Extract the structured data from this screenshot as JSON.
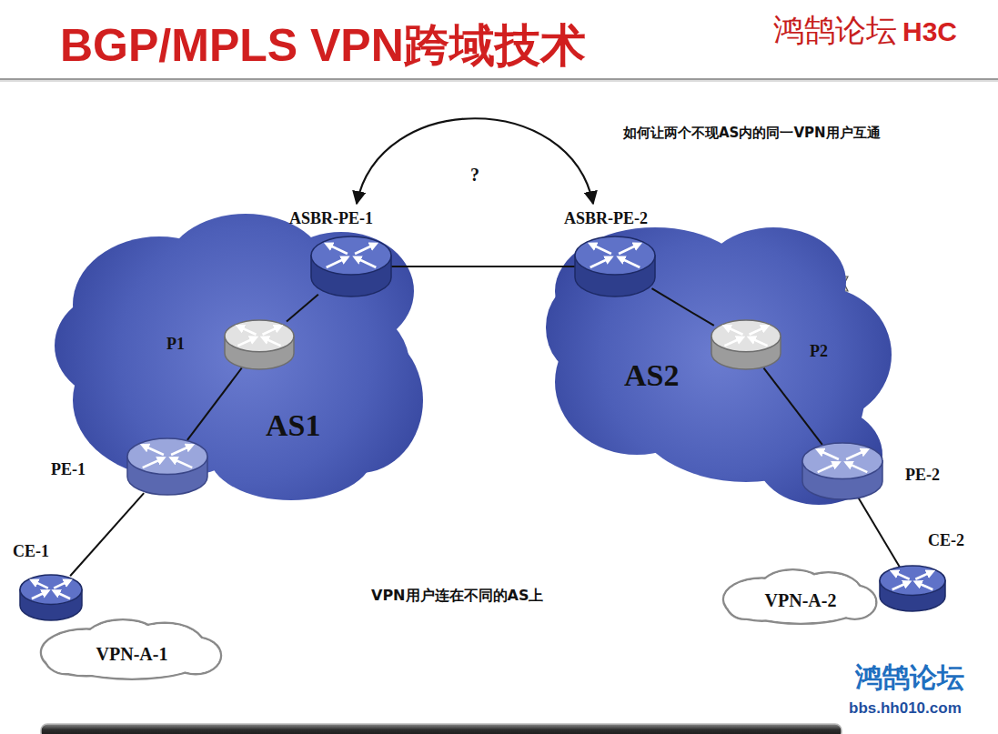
{
  "diagram": {
    "title": "BGP/MPLS VPN跨域技术",
    "nodes": [
      {
        "text": [
          "AS1"
        ]
      },
      {
        "text": [
          "ASBR-PE-1"
        ],
        "in": 0
      },
      {
        "text": [
          "P1"
        ],
        "in": 0
      },
      {
        "text": [
          "PE-1"
        ],
        "in": 0
      },
      {
        "text": [
          "CE-1"
        ]
      },
      {
        "text": [
          "VPN-A-1"
        ]
      },
      {
        "text": [
          "AS2"
        ]
      },
      {
        "text": [
          "ASBR-PE-2"
        ],
        "in": 6
      },
      {
        "text": [
          "P2"
        ],
        "in": 6
      },
      {
        "text": [
          "PE-2"
        ],
        "in": 6
      },
      {
        "text": [
          "CE-2"
        ]
      },
      {
        "text": [
          "VPN-A-2"
        ]
      }
    ],
    "edges": [
      {
        "from": 4,
        "to": 3,
        "arrow": "none"
      },
      {
        "from": 3,
        "to": 2,
        "arrow": "none"
      },
      {
        "from": 2,
        "to": 1,
        "arrow": "none"
      },
      {
        "from": 1,
        "to": 7,
        "arrow": "none"
      },
      {
        "from": 7,
        "to": 8,
        "arrow": "none"
      },
      {
        "from": 8,
        "to": 9,
        "arrow": "none"
      },
      {
        "from": 9,
        "to": 10,
        "arrow": "none"
      },
      {
        "from": 1,
        "to": 7,
        "label": "?",
        "arrow": "both"
      }
    ],
    "labels": [
      "如何让两个不现AS内的同一VPN用户互通",
      "VPN用户连在不同的AS上",
      "鸿鹄论坛",
      "H3C",
      "鸿鹄论坛",
      "bbs.hh010.com"
    ]
  }
}
